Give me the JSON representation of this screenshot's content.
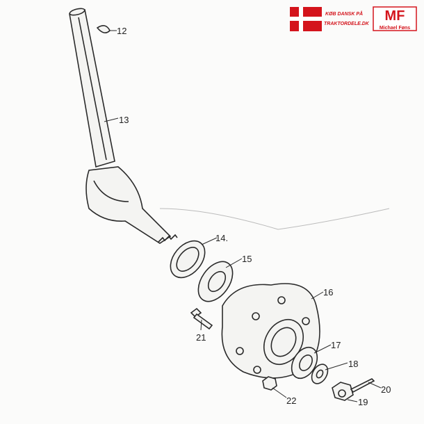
{
  "brand": {
    "slogan_line1": "KØB DANSK PÅ",
    "slogan_line2": "TRAKTORDELE.DK",
    "logo_letters": "MF",
    "logo_name": "Michael Føns",
    "colors": {
      "red": "#d4141c",
      "flag_white": "#ffffff"
    }
  },
  "part_labels": [
    "12",
    "13",
    "14.",
    "15",
    "16",
    "17",
    "18",
    "19",
    "20",
    "21",
    "22"
  ]
}
